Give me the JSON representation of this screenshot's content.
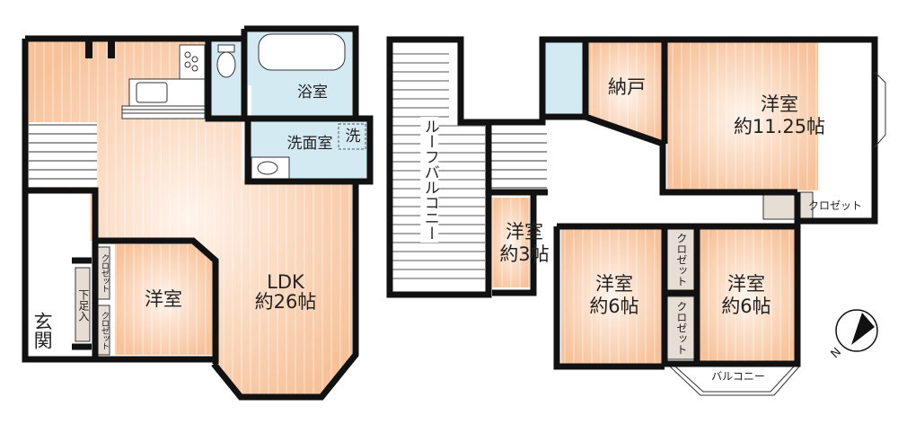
{
  "colors": {
    "floor": "#f8c7a0",
    "floor_light": "#fdeadb",
    "wet_area": "#d3eaf3",
    "wall": "#111111",
    "closet": "#e6ddd4",
    "background": "#ffffff"
  },
  "floor1": {
    "rooms": {
      "ldk": {
        "name": "LDK",
        "size": "約26帖"
      },
      "western_room": {
        "name": "洋室"
      },
      "bathroom": {
        "name": "浴室"
      },
      "washroom": {
        "name": "洗面室"
      },
      "washer": {
        "name": "洗"
      },
      "entrance": {
        "name": "玄関"
      },
      "shoe_storage": {
        "name": "下足入"
      },
      "closet_upper": {
        "name": "クロゼット"
      },
      "closet_lower": {
        "name": "クロゼット"
      }
    }
  },
  "floor2": {
    "rooms": {
      "roof_balcony": {
        "name": "ルーフバルコニー"
      },
      "storage": {
        "name": "納戸"
      },
      "master": {
        "name": "洋室",
        "size": "約11.25帖"
      },
      "master_closet": {
        "name": "クロゼット"
      },
      "small_room": {
        "name": "洋室",
        "size": "約3帖"
      },
      "room_mid": {
        "name": "洋室",
        "size": "約6帖"
      },
      "room_right": {
        "name": "洋室",
        "size": "約6帖"
      },
      "closet_upper": {
        "name": "クロゼット"
      },
      "closet_lower": {
        "name": "クロゼット"
      },
      "balcony": {
        "name": "バルコニー"
      }
    }
  },
  "compass": {
    "label": "N"
  }
}
